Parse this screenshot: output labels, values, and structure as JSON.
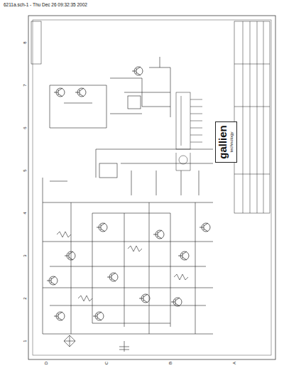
{
  "diagram": {
    "title": "6211a.sch-1 - Thu Dec 26 09:32:35 2002",
    "nodes": [
      {
        "text": [
          "gallien",
          "technology"
        ]
      }
    ],
    "labels": [
      "1",
      "2",
      "3",
      "4",
      "5",
      "6",
      "7",
      "8",
      "A",
      "B",
      "C",
      "D"
    ]
  }
}
